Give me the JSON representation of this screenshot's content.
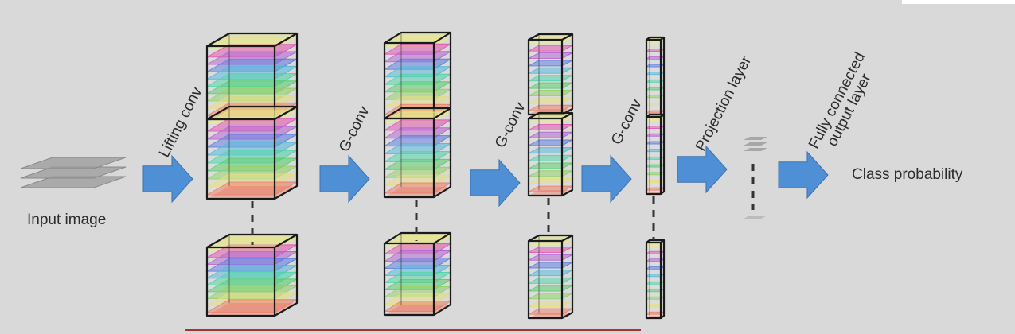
{
  "labels": {
    "input": "Input image",
    "lifting": "Lifting conv",
    "gconv1": "G-conv",
    "gconv2": "G-conv",
    "gconv3": "G-conv",
    "projection": "Projection layer",
    "fc_line1": "Fully connected",
    "fc_line2": "output layer",
    "output": "Class probability"
  },
  "colors": {
    "background": "#d9d9d9",
    "arrow": "#4f8fd6",
    "arrow_stroke": "#3a72b0",
    "outline": "#1a1a1a",
    "slices": [
      "#e7e88a",
      "#e24fb0",
      "#b25fd0",
      "#5a78e0",
      "#4fb6d8",
      "#49d3a6",
      "#54cc6a",
      "#8ed060",
      "#e3dd7a",
      "#ec7a63"
    ],
    "underline": "#b03030"
  }
}
